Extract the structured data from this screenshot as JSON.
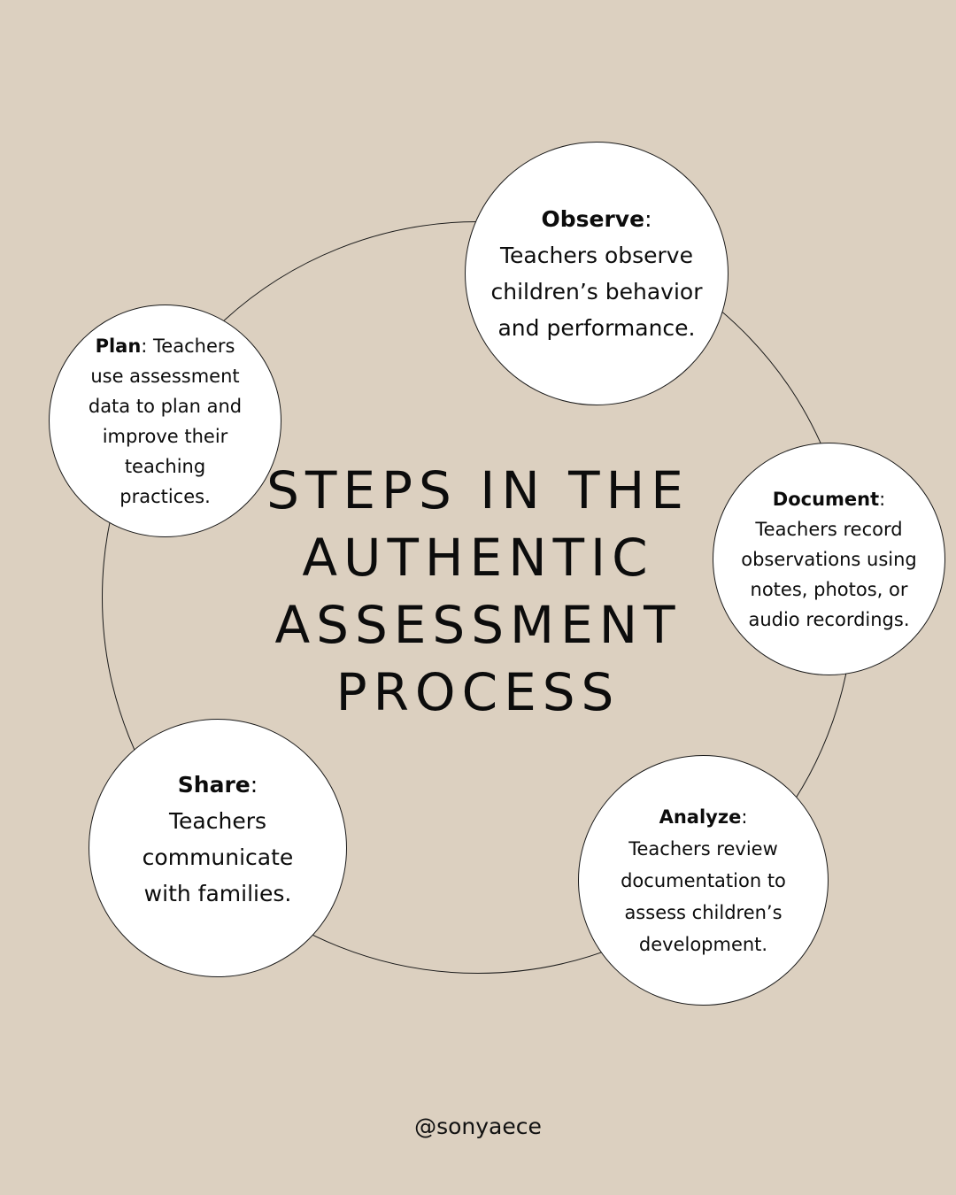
{
  "background_color": "#dcd0c0",
  "title": {
    "lines": [
      "STEPS IN THE",
      "AUTHENTIC",
      "ASSESSMENT",
      "PROCESS"
    ]
  },
  "steps": [
    {
      "name": "Observe",
      "separator": ":",
      "description": "Teachers observe children’s behavior and performance."
    },
    {
      "name": "Document",
      "separator": ":",
      "description": "Teachers record observations using notes, photos, or audio recordings."
    },
    {
      "name": "Analyze",
      "separator": ":",
      "description": "Teachers review documentation to assess children’s development."
    },
    {
      "name": "Share",
      "separator": ":",
      "description": "Teachers communicate with families."
    },
    {
      "name": "Plan",
      "separator": ":",
      "description": " Teachers use assessment data to plan and improve their teaching practices."
    }
  ],
  "footer": {
    "handle": "@sonyaece"
  }
}
